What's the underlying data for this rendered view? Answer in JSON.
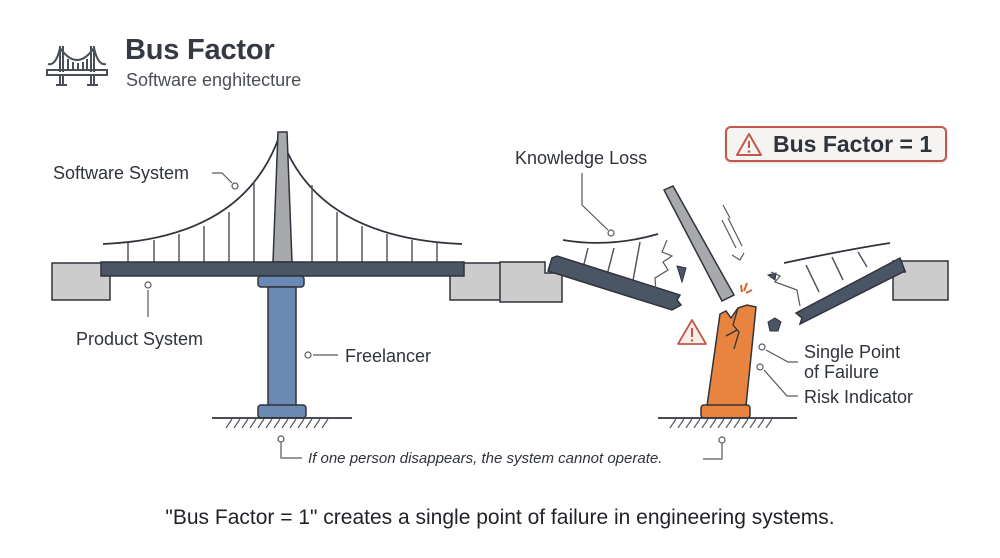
{
  "header": {
    "icon": "bridge-icon",
    "title": "Bus Factor",
    "subtitle": "Software enghitecture"
  },
  "badge": {
    "icon": "warning-triangle-icon",
    "text": "Bus Factor = 1",
    "border_color": "#c4574a"
  },
  "intact_bridge": {
    "labels": {
      "software_system": "Software System",
      "product_system": "Product System",
      "freelancer": "Freelancer"
    }
  },
  "collapsed_bridge": {
    "labels": {
      "knowledge_loss": "Knowledge Loss",
      "single_point_line1": "Single Point",
      "single_point_line2": "of Failure",
      "risk_indicator": "Risk Indicator"
    },
    "warning_icon": "warning-triangle-icon"
  },
  "note": "If one person disappears, the system cannot operate.",
  "footer_caption": "\"Bus Factor = 1\" creates a single point of failure in engineering systems.",
  "colors": {
    "deck": "#4a5566",
    "pillar_blue": "#6a8ab5",
    "tower_gray": "#a7a9ac",
    "ground_gray": "#cccccc",
    "pillar_orange": "#e8843f",
    "warning_red": "#c4574a",
    "stroke": "#2f333a"
  }
}
